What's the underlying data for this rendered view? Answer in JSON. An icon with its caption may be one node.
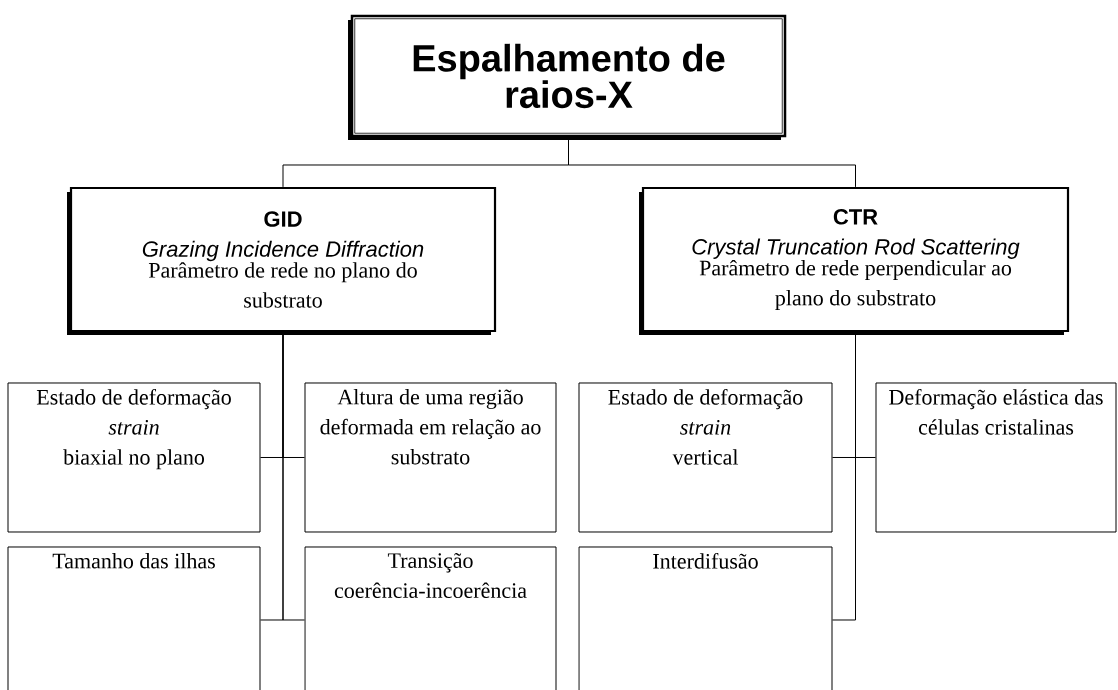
{
  "diagram": {
    "nodes": [
      {
        "text": [
          "Espalhamento de raios-X"
        ]
      },
      {
        "text": [
          "GID",
          "Grazing Incidence Diffraction",
          "Parâmetro de rede no plano do substrato"
        ]
      },
      {
        "text": [
          "CTR",
          "Crystal Truncation Rod Scattering",
          "Parâmetro de rede perpendicular ao plano do substrato"
        ]
      },
      {
        "text": [
          "Estado de deformação",
          "strain",
          "biaxial no plano"
        ]
      },
      {
        "text": [
          "Altura de uma região deformada em relação ao substrato"
        ]
      },
      {
        "text": [
          "Estado de deformação",
          "strain",
          "vertical"
        ]
      },
      {
        "text": [
          "Deformação elástica das células cristalinas"
        ]
      },
      {
        "text": [
          "Tamanho das ilhas"
        ]
      },
      {
        "text": [
          "Transição coerência-incoerência"
        ]
      },
      {
        "text": [
          "Interdifusão"
        ]
      }
    ],
    "edges": [
      {
        "from": 0,
        "to": 1,
        "arrow": "none"
      },
      {
        "from": 0,
        "to": 2,
        "arrow": "none"
      },
      {
        "from": 1,
        "to": 3,
        "arrow": "none"
      },
      {
        "from": 1,
        "to": 4,
        "arrow": "none"
      },
      {
        "from": 1,
        "to": 7,
        "arrow": "none"
      },
      {
        "from": 1,
        "to": 8,
        "arrow": "none"
      },
      {
        "from": 2,
        "to": 5,
        "arrow": "none"
      },
      {
        "from": 2,
        "to": 6,
        "arrow": "none"
      },
      {
        "from": 2,
        "to": 9,
        "arrow": "none"
      }
    ]
  }
}
